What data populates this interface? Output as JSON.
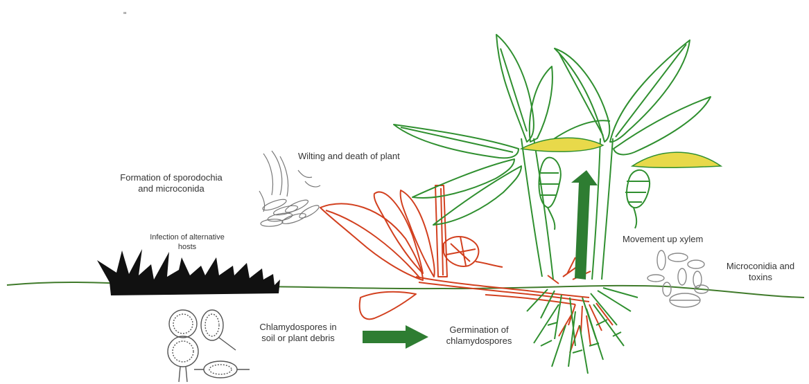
{
  "labels": {
    "wilting": "Wilting and death of plant",
    "sporodochia": "Formation of sporodochia\nand microconida",
    "alt_hosts": "Infection of alternative\nhosts",
    "movement": "Movement up xylem",
    "microconidia": "Microconidia and\ntoxins",
    "chlamydospores": "Chlamydospores in\nsoil or plant debris",
    "germination": "Germination of\nchlamydospores"
  },
  "colors": {
    "arrow": "#2e7d32",
    "healthy_plant": "#2f8f2f",
    "diseased_plant": "#d2401f",
    "grass": "#111111",
    "soil_line": "#3f7a2a",
    "fruit": "#e8d94a",
    "spores": "#555555"
  },
  "icons": {
    "arrow_right": "arrow-right-icon",
    "arrow_up": "arrow-up-icon"
  }
}
